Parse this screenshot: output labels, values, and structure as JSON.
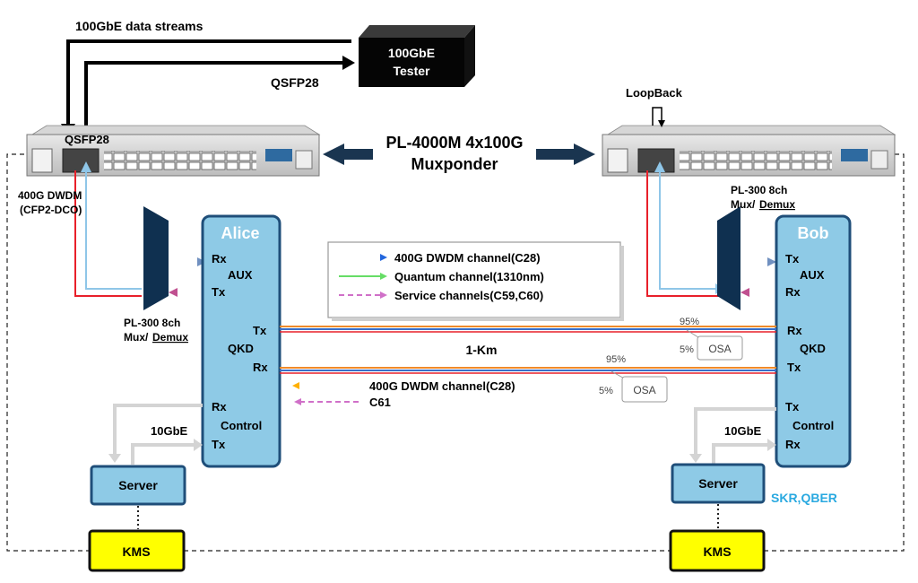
{
  "top": {
    "data_streams_label": "100GbE data streams",
    "qsfp28_label": "QSFP28",
    "qsfp28_left_label": "QSFP28",
    "tester_line1": "100GbE",
    "tester_line2": "Tester",
    "loopback_label": "LoopBack"
  },
  "muxponder": {
    "line1": "PL-4000M 4x100G",
    "line2": "Muxponder"
  },
  "left": {
    "dwdm_line1": "400G DWDM",
    "dwdm_line2": "(CFP2-DCO)",
    "mux_line1": "PL-300 8ch",
    "mux_line2_a": "Mux/",
    "mux_line2_b": "Demux"
  },
  "right": {
    "mux_line1": "PL-300 8ch",
    "mux_line2_a": "Mux/",
    "mux_line2_b": "Demux"
  },
  "alice": {
    "title": "Alice",
    "aux_rx": "Rx",
    "aux": "AUX",
    "aux_tx": "Tx",
    "qkd_tx": "Tx",
    "qkd": "QKD",
    "qkd_rx": "Rx",
    "ctrl_rx": "Rx",
    "control": "Control",
    "ctrl_tx": "Tx"
  },
  "bob": {
    "title": "Bob",
    "aux_tx": "Tx",
    "aux": "AUX",
    "aux_rx": "Rx",
    "qkd_rx": "Rx",
    "qkd": "QKD",
    "qkd_tx": "Tx",
    "ctrl_tx": "Tx",
    "control": "Control",
    "ctrl_rx": "Rx"
  },
  "legend": {
    "item1": "400G DWDM channel(C28)",
    "item2": "Quantum channel(1310nm)",
    "item3": "Service channels(C59,C60)"
  },
  "link": {
    "distance": "1-Km",
    "pct95_top": "95%",
    "pct5_top": "5%",
    "osa_top": "OSA",
    "pct95_bottom": "95%",
    "pct5_bottom": "5%",
    "osa_bottom": "OSA",
    "return_dwdm": "400G DWDM channel(C28)",
    "return_c61": "C61"
  },
  "servers": {
    "left_10gbe": "10GbE",
    "right_10gbe": "10GbE",
    "left_server": "Server",
    "right_server": "Server",
    "left_kms": "KMS",
    "right_kms": "KMS",
    "skr_qber": "SKR,QBER"
  },
  "colors": {
    "box_fill": "#8ecae6",
    "box_stroke": "#1f4e79",
    "kms_fill": "#ffff00",
    "dwdm_red": "#e8202a",
    "quantum_blue": "#8fc6e8",
    "service_pink": "#c77bd0",
    "skr_text": "#2aa9e0",
    "arrow_navy": "#1a3550"
  }
}
